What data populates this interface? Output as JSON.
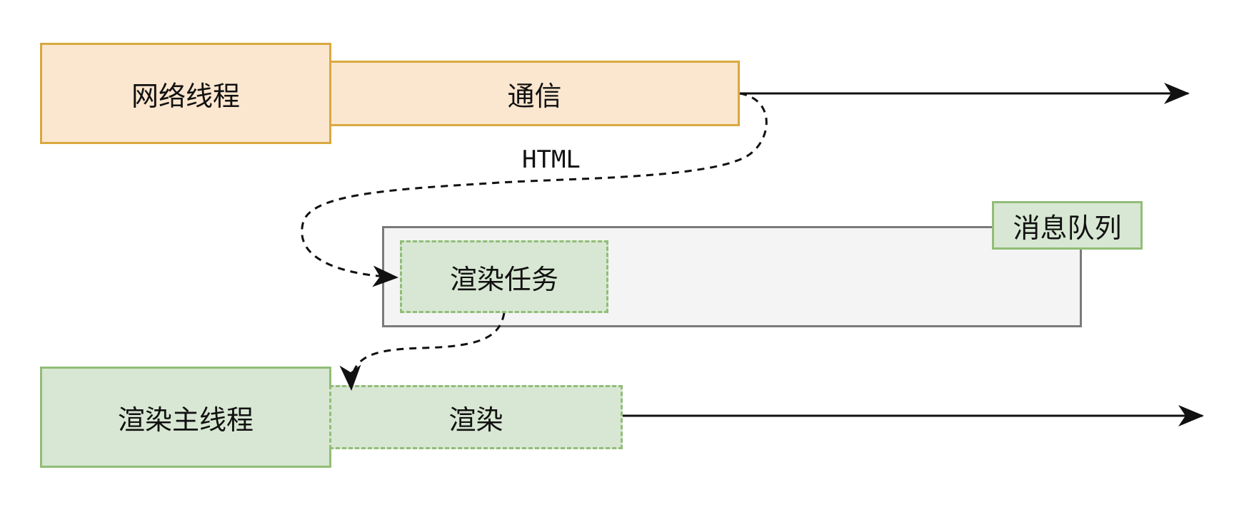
{
  "network_thread": {
    "label": "网络线程",
    "task": "通信"
  },
  "transfer": {
    "label": "HTML"
  },
  "message_queue": {
    "label": "消息队列",
    "task": "渲染任务"
  },
  "render_thread": {
    "label": "渲染主线程",
    "task": "渲染"
  },
  "colors": {
    "network_fill": "#fbe6cf",
    "network_border": "#d9a93f",
    "render_fill": "#d8e7d3",
    "render_border": "#91bd77",
    "queue_fill": "#f4f4f4",
    "queue_border": "#7a7a7a",
    "line": "#111111"
  }
}
